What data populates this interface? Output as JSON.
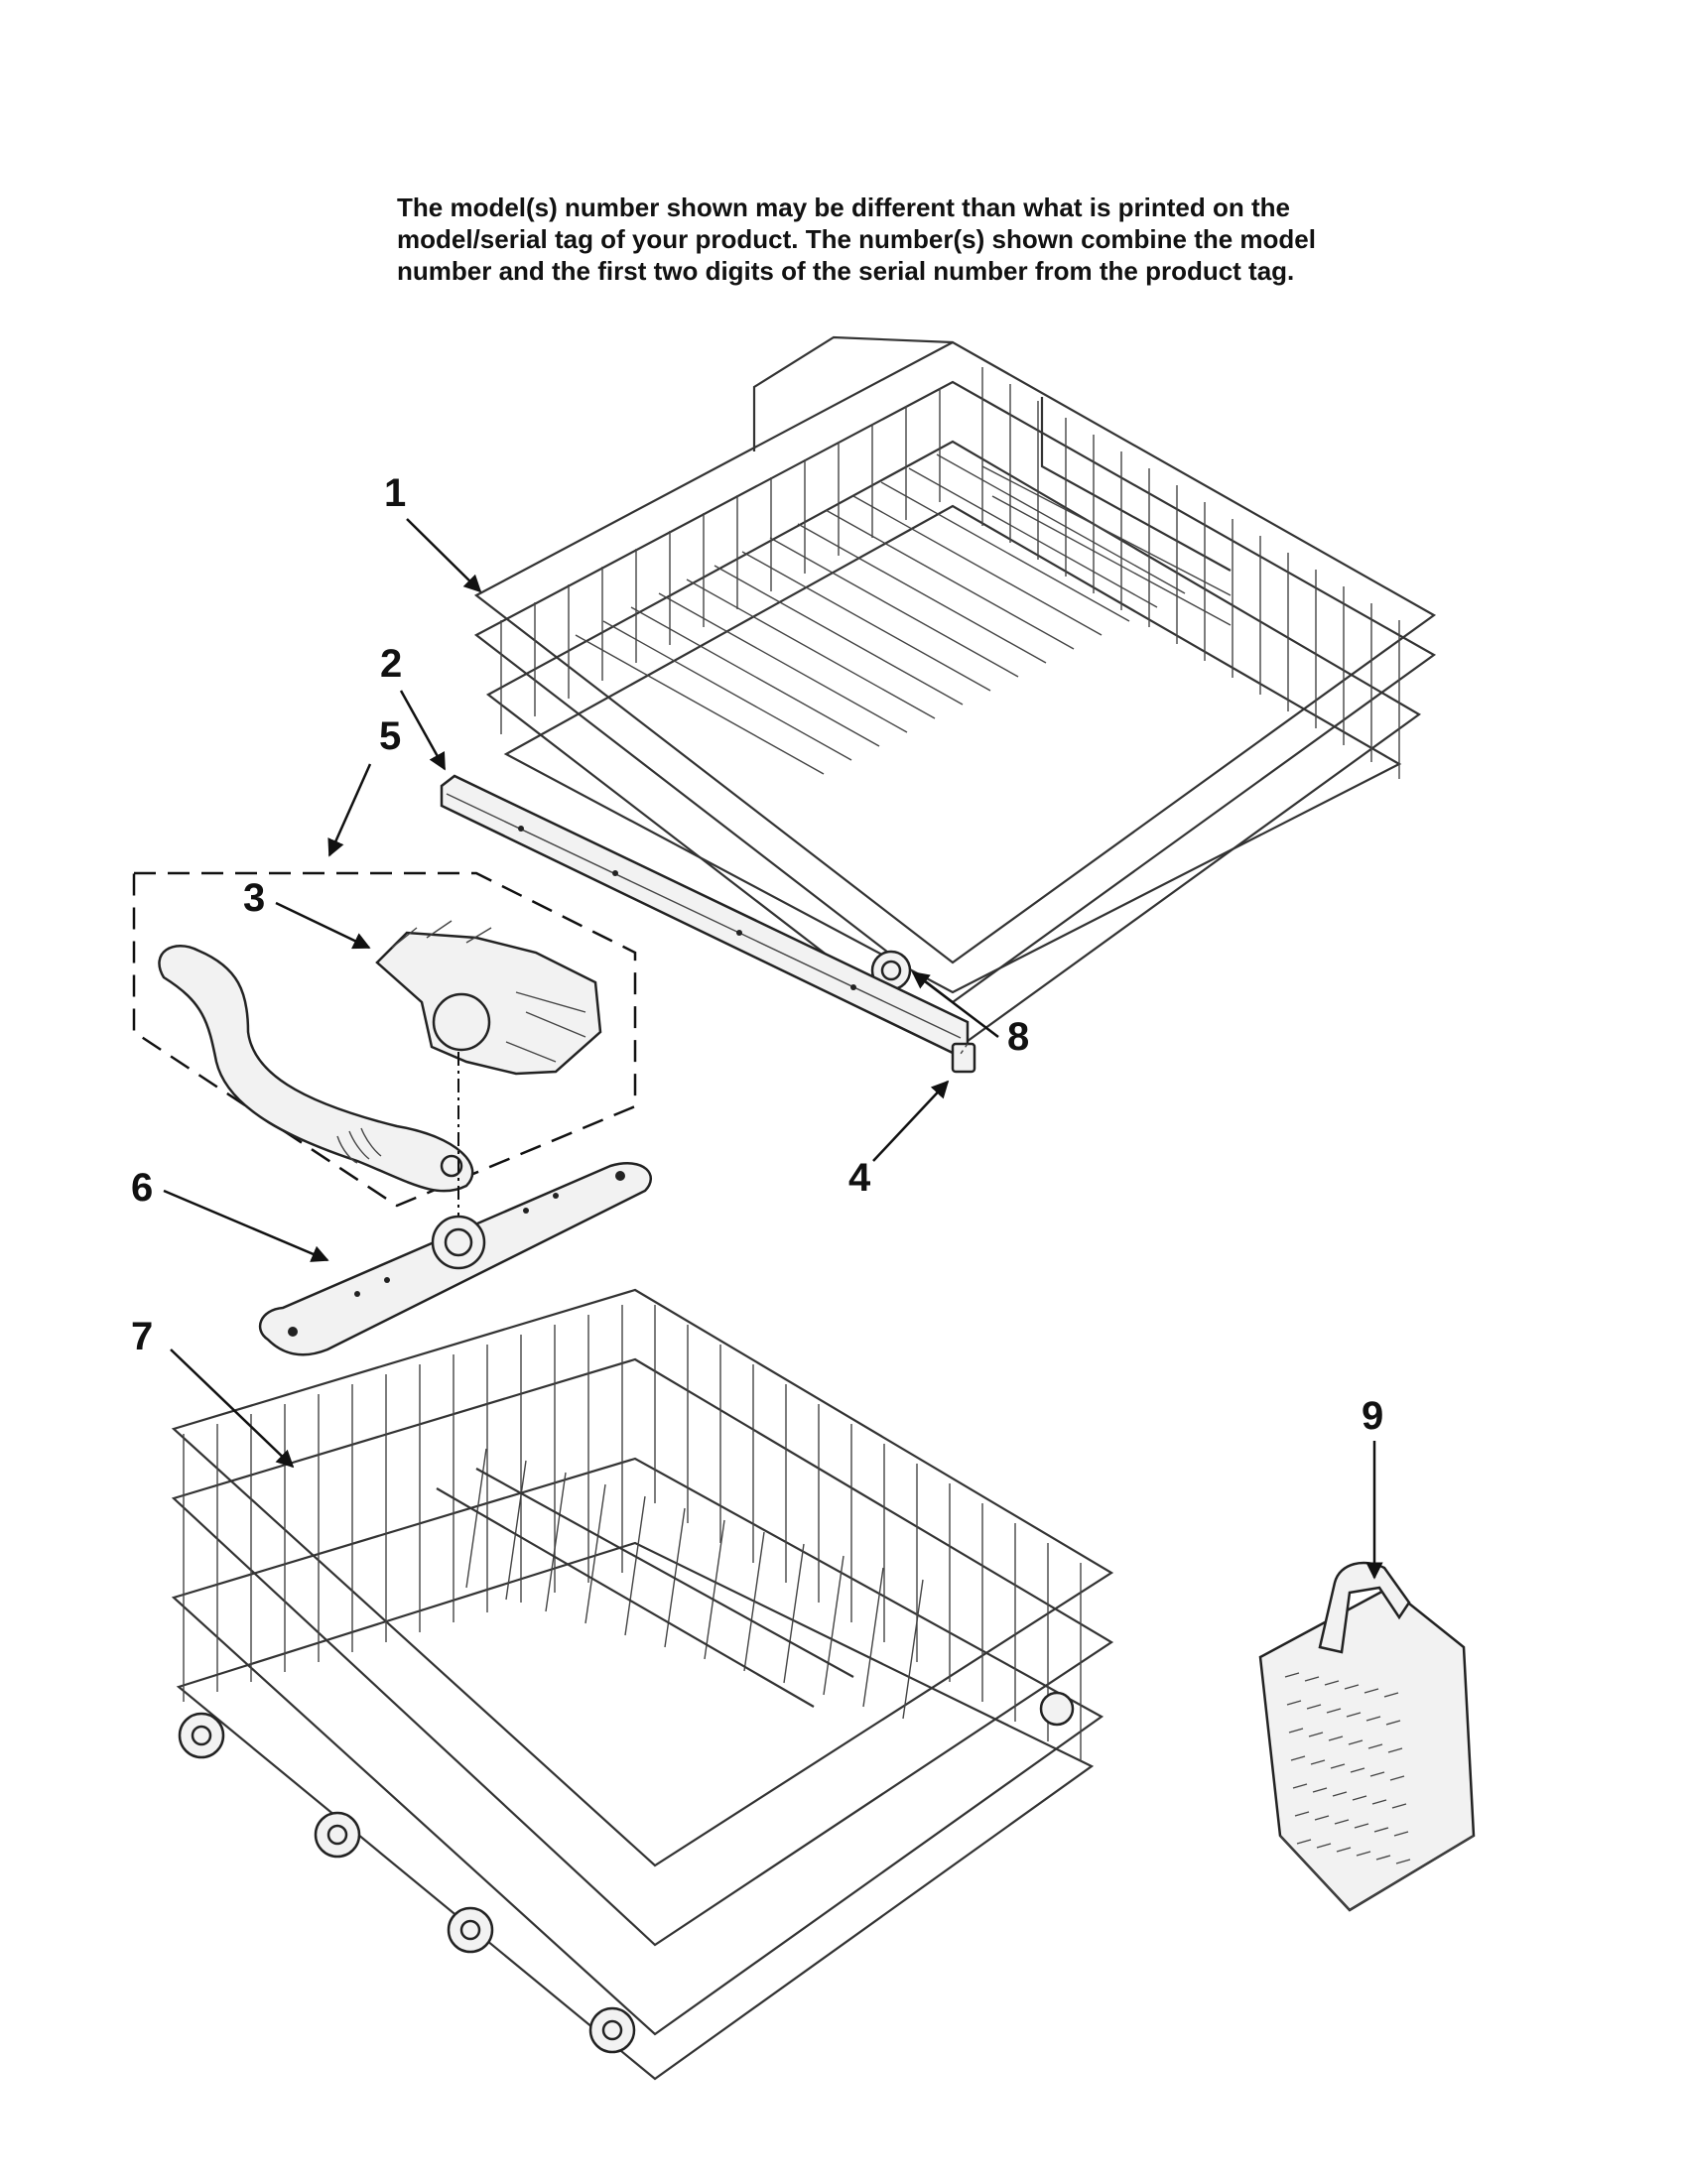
{
  "disclaimer": {
    "line1": "The model(s) number shown may be different than what is printed on the",
    "line2": "model/serial tag of your product. The number(s) shown combine the model",
    "line3": "number and the first two digits of the serial number from the product tag."
  },
  "callouts": {
    "upper_rack": "1",
    "rack_rail": "2",
    "spray_arm_manifold": "3",
    "rail_end_cap": "4",
    "upper_spray_arm_assembly": "5",
    "lower_spray_arm": "6",
    "lower_rack": "7",
    "rack_wheel": "8",
    "silverware_basket": "9"
  }
}
